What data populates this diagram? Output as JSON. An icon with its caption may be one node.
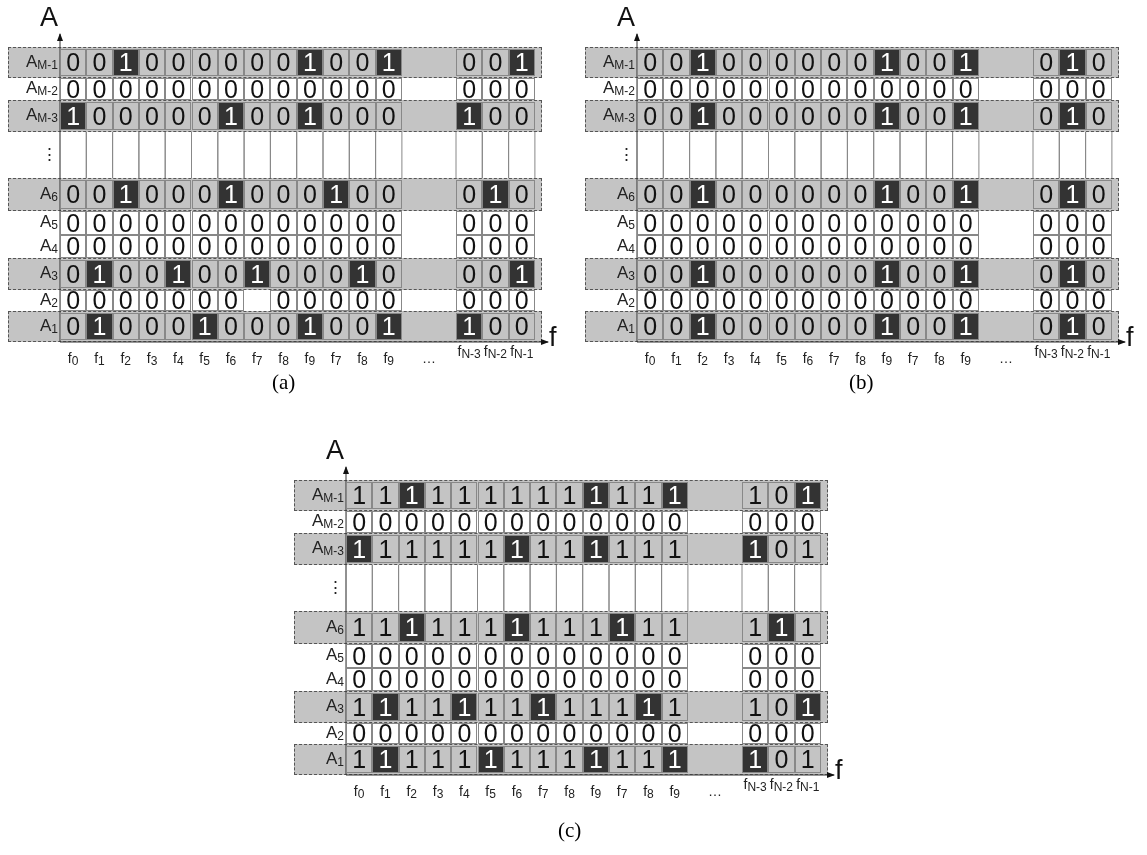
{
  "diagram": {
    "labels": [
      "A",
      "A$_{M-1}$",
      "0",
      "0",
      "1",
      "0",
      "0",
      "0",
      "0",
      "0",
      "0",
      "1",
      "0",
      "0",
      "1",
      "0",
      "0",
      "1",
      "A$_{M-2}$",
      "0",
      "0",
      "0",
      "0",
      "0",
      "0",
      "0",
      "0",
      "0",
      "0",
      "0",
      "0",
      "0",
      "0",
      "0",
      "0",
      "A$_{M-3}$",
      "1",
      "0",
      "0",
      "0",
      "0",
      "0",
      "1",
      "0",
      "0",
      "1",
      "0",
      "0",
      "0",
      "1",
      "0",
      "0",
      "⋮",
      "A$_{6}$",
      "0",
      "0",
      "1",
      "0",
      "0",
      "0",
      "1",
      "0",
      "0",
      "0",
      "1",
      "0",
      "0",
      "0",
      "1",
      "0",
      "A$_{5}$",
      "0",
      "0",
      "0",
      "0",
      "0",
      "0",
      "0",
      "0",
      "0",
      "0",
      "0",
      "0",
      "0",
      "0",
      "0",
      "0",
      "A$_{4}$",
      "0",
      "0",
      "0",
      "0",
      "0",
      "0",
      "0",
      "0",
      "0",
      "0",
      "0",
      "0",
      "0",
      "0",
      "0",
      "0",
      "A$_{3}$",
      "0",
      "1",
      "0",
      "0",
      "1",
      "0",
      "0",
      "1",
      "0",
      "0",
      "0",
      "1",
      "0",
      "0",
      "0",
      "1",
      "A$_{2}$",
      "0",
      "0",
      "0",
      "0",
      "0",
      "0",
      "0",
      "0",
      "0",
      "0",
      "0",
      "0",
      "0",
      "0",
      "0",
      "A$_{1}$",
      "0",
      "1",
      "0",
      "0",
      "0",
      "1",
      "0",
      "0",
      "0",
      "1",
      "0",
      "0",
      "1",
      "1",
      "0",
      "0",
      "f$_{0}$",
      "f$_{1}$",
      "f$_{2}$",
      "f$_{3}$",
      "f$_{4}$",
      "f$_{5}$",
      "f$_{6}$",
      "f$_{7}$",
      "f$_{8}$",
      "f$_{9}$",
      "f$_{7}$",
      "f$_{8}$",
      "f$_{9}$",
      "…",
      "f$_{N-3}$",
      "f$_{N-2}$",
      "f$_{N-1}$",
      "f",
      "(a)",
      "A",
      "A$_{M-1}$",
      "0",
      "0",
      "1",
      "0",
      "0",
      "0",
      "0",
      "0",
      "0",
      "1",
      "0",
      "0",
      "1",
      "0",
      "1",
      "0",
      "A$_{M-2}$",
      "0",
      "0",
      "0",
      "0",
      "0",
      "0",
      "0",
      "0",
      "0",
      "0",
      "0",
      "0",
      "0",
      "0",
      "0",
      "0",
      "A$_{M-3}$",
      "0",
      "0",
      "1",
      "0",
      "0",
      "0",
      "0",
      "0",
      "0",
      "1",
      "0",
      "0",
      "1",
      "0",
      "1",
      "0",
      "⋮",
      "A$_{6}$",
      "0",
      "0",
      "1",
      "0",
      "0",
      "0",
      "0",
      "0",
      "0",
      "1",
      "0",
      "0",
      "1",
      "0",
      "1",
      "0",
      "A$_{5}$",
      "0",
      "0",
      "0",
      "0",
      "0",
      "0",
      "0",
      "0",
      "0",
      "0",
      "0",
      "0",
      "0",
      "0",
      "0",
      "0",
      "A$_{4}$",
      "0",
      "0",
      "0",
      "0",
      "0",
      "0",
      "0",
      "0",
      "0",
      "0",
      "0",
      "0",
      "0",
      "0",
      "0",
      "0",
      "A$_{3}$",
      "0",
      "0",
      "1",
      "0",
      "0",
      "0",
      "0",
      "0",
      "0",
      "1",
      "0",
      "0",
      "1",
      "0",
      "1",
      "0",
      "A$_{2}$",
      "0",
      "0",
      "0",
      "0",
      "0",
      "0",
      "0",
      "0",
      "0",
      "0",
      "0",
      "0",
      "0",
      "0",
      "0",
      "0",
      "A$_{1}$",
      "0",
      "0",
      "1",
      "0",
      "0",
      "0",
      "0",
      "0",
      "0",
      "1",
      "0",
      "0",
      "1",
      "0",
      "1",
      "0",
      "f$_{0}$",
      "f$_{1}$",
      "f$_{2}$",
      "f$_{3}$",
      "f$_{4}$",
      "f$_{5}$",
      "f$_{6}$",
      "f$_{7}$",
      "f$_{8}$",
      "f$_{9}$",
      "f$_{7}$",
      "f$_{8}$",
      "f$_{9}$",
      "…",
      "f$_{N-3}$",
      "f$_{N-2}$",
      "f$_{N-1}$",
      "f",
      "(b)",
      "A",
      "A$_{M-1}$",
      "1",
      "1",
      "1",
      "1",
      "1",
      "1",
      "1",
      "1",
      "1",
      "1",
      "1",
      "1",
      "1",
      "1",
      "0",
      "1",
      "A$_{M-2}$",
      "0",
      "0",
      "0",
      "0",
      "0",
      "0",
      "0",
      "0",
      "0",
      "0",
      "0",
      "0",
      "0",
      "0",
      "0",
      "0",
      "A$_{M-3}$",
      "1",
      "1",
      "1",
      "1",
      "1",
      "1",
      "1",
      "1",
      "1",
      "1",
      "1",
      "1",
      "1",
      "1",
      "0",
      "1",
      "⋮",
      "A$_{6}$",
      "1",
      "1",
      "1",
      "1",
      "1",
      "1",
      "1",
      "1",
      "1",
      "1",
      "1",
      "1",
      "1",
      "1",
      "1",
      "1",
      "A$_{5}$",
      "0",
      "0",
      "0",
      "0",
      "0",
      "0",
      "0",
      "0",
      "0",
      "0",
      "0",
      "0",
      "0",
      "0",
      "0",
      "0",
      "A$_{4}$",
      "0",
      "0",
      "0",
      "0",
      "0",
      "0",
      "0",
      "0",
      "0",
      "0",
      "0",
      "0",
      "0",
      "0",
      "0",
      "0",
      "A$_{3}$",
      "1",
      "1",
      "1",
      "1",
      "1",
      "1",
      "1",
      "1",
      "1",
      "1",
      "1",
      "1",
      "1",
      "1",
      "0",
      "1",
      "A$_{2}$",
      "0",
      "0",
      "0",
      "0",
      "0",
      "0",
      "0",
      "0",
      "0",
      "0",
      "0",
      "0",
      "0",
      "0",
      "0",
      "0",
      "A$_{1}$",
      "1",
      "1",
      "1",
      "1",
      "1",
      "1",
      "1",
      "1",
      "1",
      "1",
      "1",
      "1",
      "1",
      "1",
      "0",
      "1",
      "f$_{0}$",
      "f$_{1}$",
      "f$_{2}$",
      "f$_{3}$",
      "f$_{4}$",
      "f$_{5}$",
      "f$_{6}$",
      "f$_{7}$",
      "f$_{8}$",
      "f$_{9}$",
      "f$_{7}$",
      "f$_{8}$",
      "f$_{9}$",
      "…",
      "f$_{N-3}$",
      "f$_{N-2}$",
      "f$_{N-1}$",
      "f",
      "(c)"
    ]
  }
}
